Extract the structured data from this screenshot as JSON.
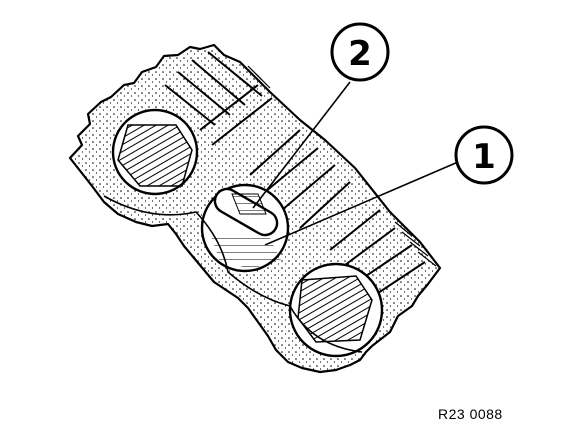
{
  "callouts": [
    {
      "id": "1",
      "label": "1"
    },
    {
      "id": "2",
      "label": "2"
    }
  ],
  "figure_ref": "R23 0088",
  "colors": {
    "ink": "#000000",
    "paper": "#ffffff"
  }
}
